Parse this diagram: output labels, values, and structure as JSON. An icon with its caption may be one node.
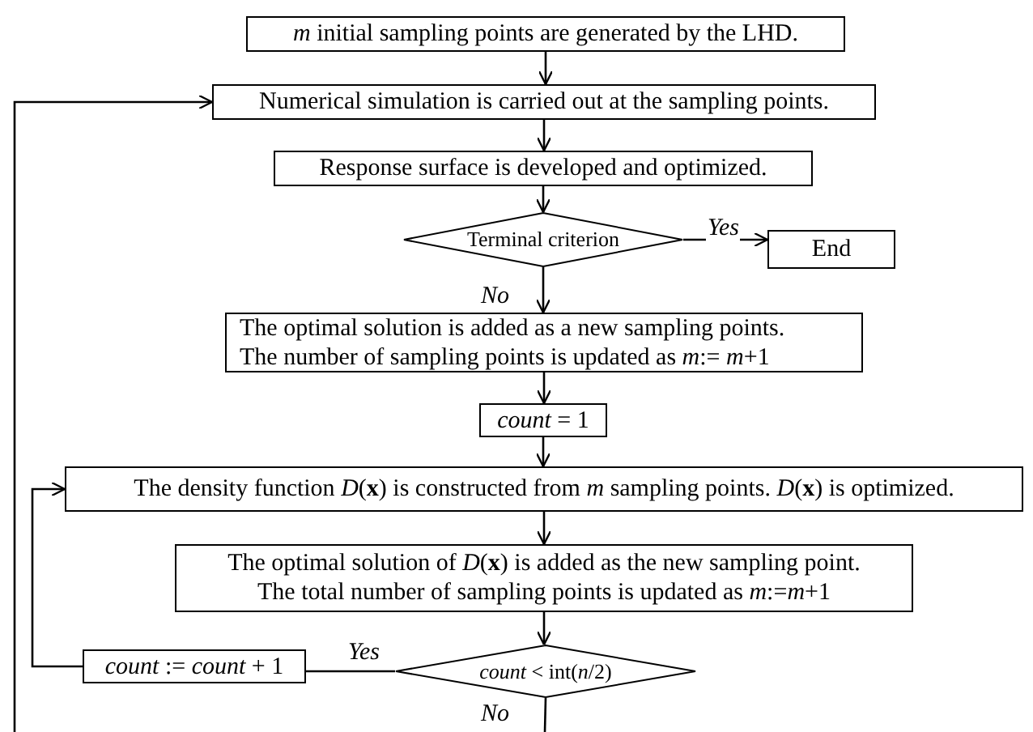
{
  "diagram": {
    "nodes": [
      {
        "text": [
          "*m* initial sampling points are generated by the LHD."
        ]
      },
      {
        "text": [
          "Numerical simulation is carried out at the sampling points."
        ]
      },
      {
        "text": [
          "Response surface is developed and optimized."
        ]
      },
      {
        "text": [
          "Terminal criterion"
        ]
      },
      {
        "text": [
          "End"
        ]
      },
      {
        "text": [
          "The optimal solution is added as a new sampling points.",
          "The number of sampling points is updated as *m*:= *m*+1"
        ]
      },
      {
        "text": [
          "*count* = 1"
        ]
      },
      {
        "text": [
          "The density function *D*(**x**) is constructed from *m* sampling points. *D*(**x**) is optimized."
        ]
      },
      {
        "text": [
          "The optimal solution of *D*(**x**) is added as the new sampling point.",
          "The total number of sampling points is updated as *m*:=*m*+1"
        ]
      },
      {
        "text": [
          "*count* := *count* + 1"
        ]
      },
      {
        "text": [
          "*count* < int(*n*/2)"
        ]
      }
    ],
    "edges": [
      {
        "from": 0,
        "to": 1,
        "arrow": "to"
      },
      {
        "from": 1,
        "to": 2,
        "arrow": "to"
      },
      {
        "from": 2,
        "to": 3,
        "arrow": "to"
      },
      {
        "from": 3,
        "to": 4,
        "arrow": "to",
        "label": "Yes"
      },
      {
        "from": 3,
        "to": 5,
        "arrow": "to",
        "label": "No"
      },
      {
        "from": 5,
        "to": 6,
        "arrow": "to"
      },
      {
        "from": 6,
        "to": 7,
        "arrow": "to"
      },
      {
        "from": 7,
        "to": 8,
        "arrow": "to"
      },
      {
        "from": 8,
        "to": 10,
        "arrow": "to"
      },
      {
        "from": 10,
        "to": 9,
        "arrow": "none",
        "label": "Yes"
      },
      {
        "from": 9,
        "to": 7,
        "arrow": "to"
      },
      {
        "from": 10,
        "to": null,
        "arrow": "none",
        "label": "No"
      },
      {
        "from": null,
        "to": 1,
        "arrow": "to"
      }
    ]
  }
}
